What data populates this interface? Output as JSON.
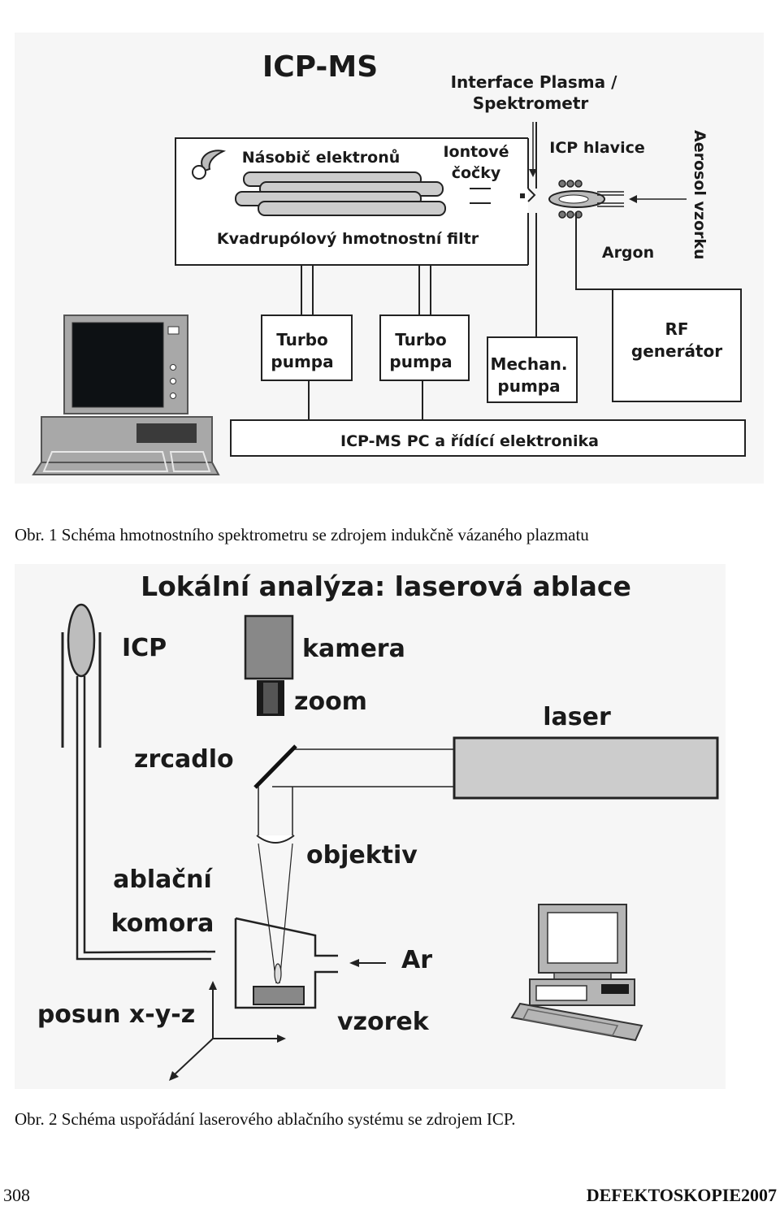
{
  "figure1": {
    "title": "ICP-MS",
    "interface_line1": "Interface Plasma /",
    "interface_line2": "Spektrometr",
    "multiplier": "Násobič elektronů",
    "lens_line1": "Iontové",
    "lens_line2": "čočky",
    "icp_head": "ICP hlavice",
    "aerosol": "Aerosol vzorku",
    "quadrupole": "Kvadrupólový hmotnostní filtr",
    "argon": "Argon",
    "turbo1_line1": "Turbo",
    "turbo1_line2": "pumpa",
    "turbo2_line1": "Turbo",
    "turbo2_line2": "pumpa",
    "mech_line1": "Mechan.",
    "mech_line2": "pumpa",
    "rf_line1": "RF",
    "rf_line2": "generátor",
    "pc_bar": "ICP-MS PC a řídící elektronika"
  },
  "caption1": "Obr. 1 Schéma hmotnostního spektrometru se zdrojem indukčně vázaného plazmatu",
  "figure2": {
    "title": "Lokální analýza: laserová ablace",
    "icp": "ICP",
    "camera": "kamera",
    "zoom": "zoom",
    "laser": "laser",
    "mirror": "zrcadlo",
    "objective": "objektiv",
    "chamber_line1": "ablační",
    "chamber_line2": "komora",
    "ar": "Ar",
    "shift": "posun x-y-z",
    "sample": "vzorek"
  },
  "caption2": "Obr. 2 Schéma uspořádání laserového ablačního systému se zdrojem ICP.",
  "footer": {
    "page_number": "308",
    "journal": "DEFEKTOSKOPIE2007"
  }
}
